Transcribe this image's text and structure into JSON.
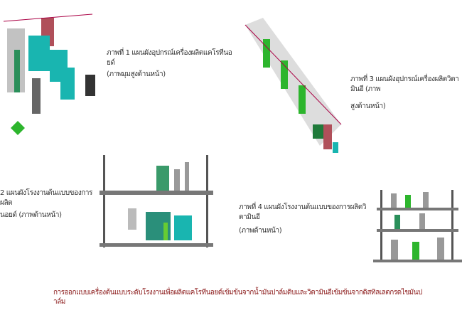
{
  "figures": [
    {
      "line1": "ภาพที่  1 แผนผังอุปกรณ์เครื่องผลิตแคโรทีนอยด์",
      "line2": "(ภาพมุมสูงด้านหน้า)"
    },
    {
      "line1": "2 แผนผังโรงงานต้นแบบของการผลิต",
      "line2": "นอยด์ (ภาพด้านหน้า)"
    },
    {
      "line1": "ภาพที่  3 แผนผังอุปกรณ์เครื่องผลิตวิตามินอี  (ภาพ",
      "line2": "สูงด้านหน้า)"
    },
    {
      "line1": "ภาพที่  4 แผนผังโรงงานต้นแบบของการผลิตวิตามินอี",
      "line2": "(ภาพด้านหน้า)"
    }
  ],
  "title": "การออกแบบเครื่องต้นแบบระดับโรงงานเพื่อผลิตแคโรทีนอยด์เข้มข้นจากน้ำมันปาล์มดิบและวิตามินอีเข้มข้นจากดิสทิลเลตกรดไขมันปาล์ม",
  "colors": {
    "title": "#8b1a1a",
    "equipment_teal": "#19b5b0",
    "equipment_red": "#b0505a",
    "equipment_green": "#2db52d"
  }
}
